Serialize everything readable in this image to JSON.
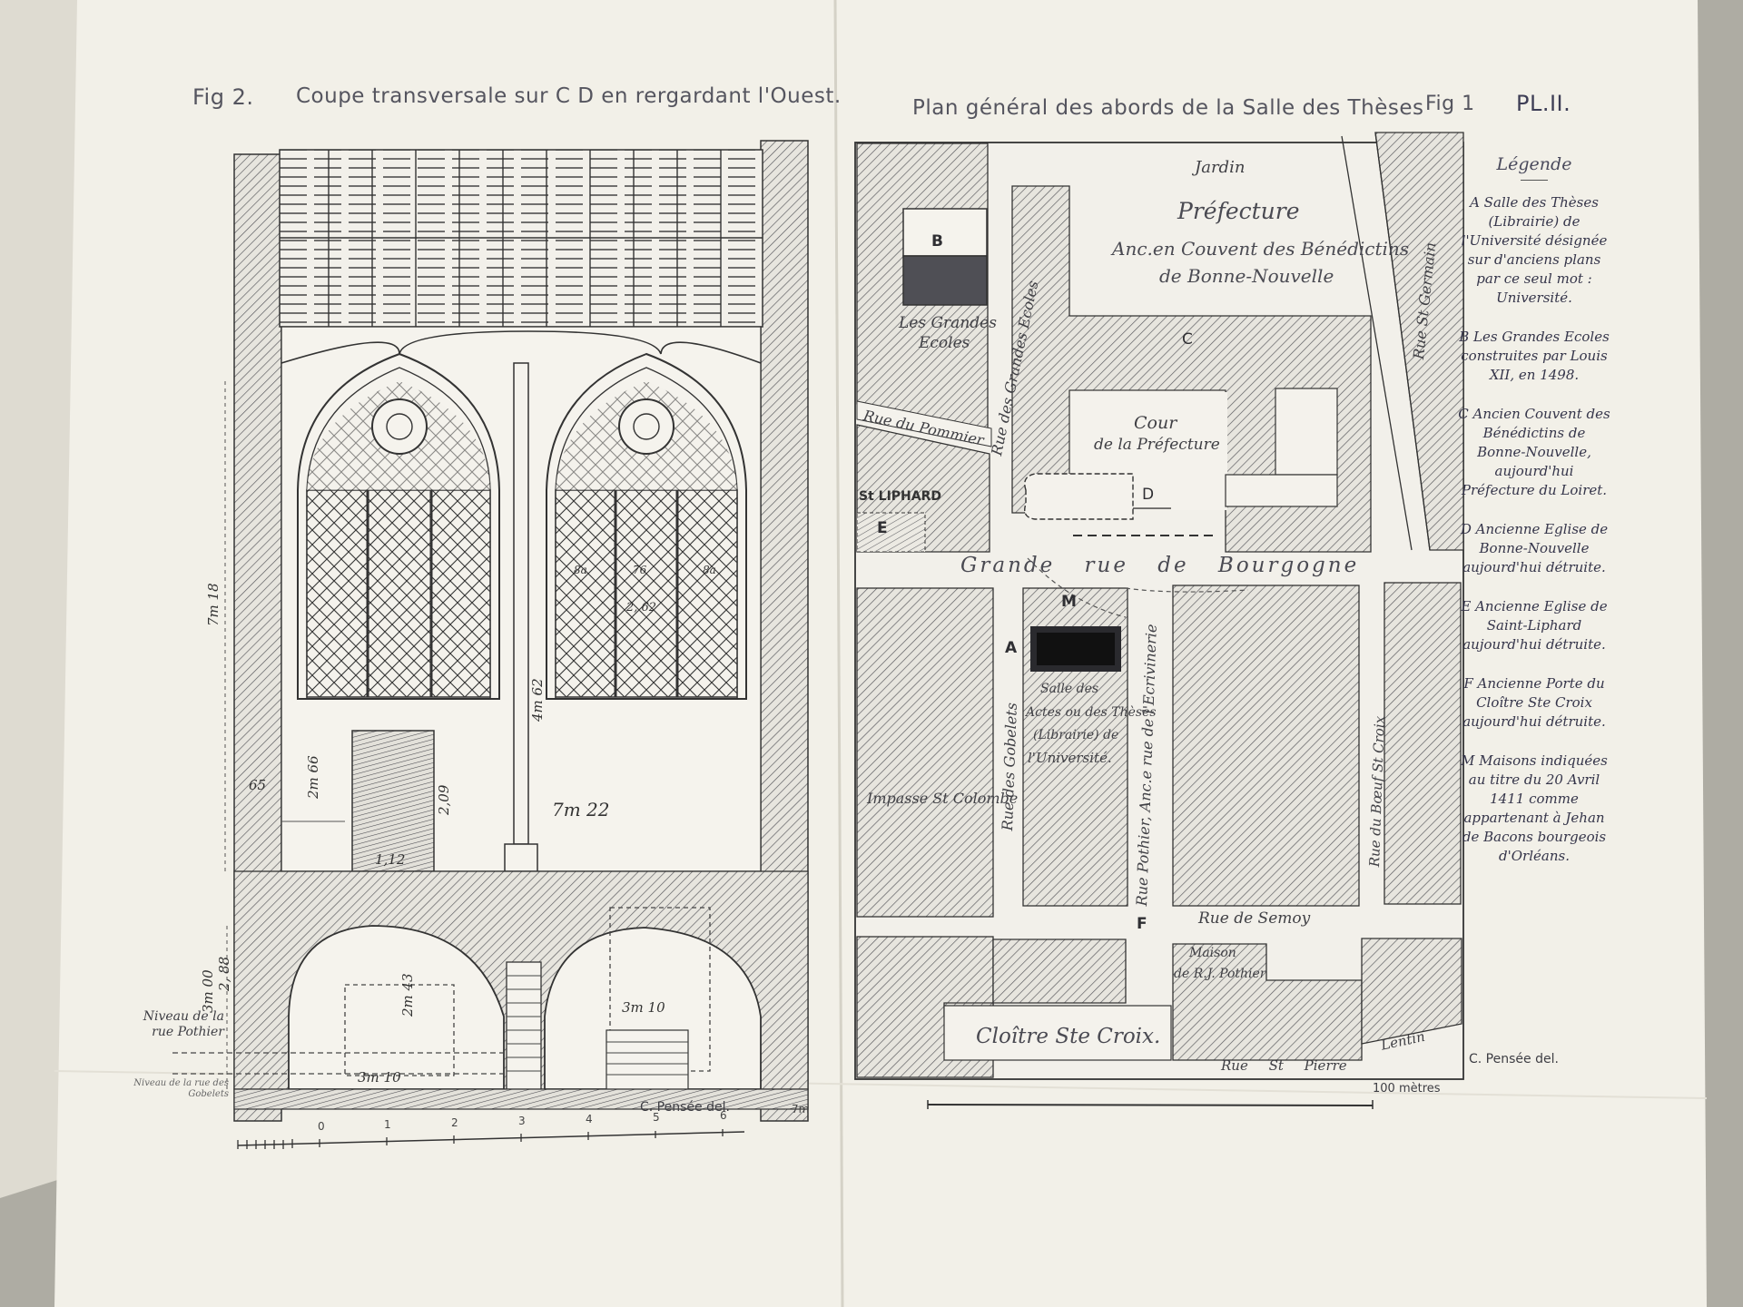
{
  "left_plate": {
    "fig_label": "Fig 2.",
    "title": "Coupe transversale sur C D en rergardant l'Ouest.",
    "dimensions": [
      "7m 18",
      "4m 62",
      "7m 22",
      "2m 66",
      "2,09",
      "1,12",
      "65",
      "3m 00",
      "2, 88",
      "2m 43",
      "3m 10",
      "3m 10",
      "8a",
      "76",
      "8a",
      "2, 62"
    ],
    "level_labels": [
      "Niveau de la rue Pothier",
      "Niveau de la rue des Gobelets"
    ],
    "scale_ticks": [
      "0",
      "1",
      "2",
      "3",
      "4",
      "5",
      "6",
      "7m"
    ],
    "credit": "C. Pensée del."
  },
  "right_plate": {
    "title": "Plan général des abords de la Salle des Thèses",
    "fig_label": "Fig 1",
    "plate_number": "PL.II.",
    "map_labels": {
      "jardin": "Jardin",
      "prefecture": "Préfecture",
      "couvent_line1": "Anc.en Couvent des Bénédictins",
      "couvent_line2": "de Bonne-Nouvelle",
      "cour_line1": "Cour",
      "cour_line2": "de la Préfecture",
      "grandes_ecoles_line1": "Les Grandes",
      "grandes_ecoles_line2": "Ecoles",
      "rue_pommier": "Rue du Pommier",
      "rue_grandes_ecoles": "Rue des Grandes Ecoles",
      "st_liphard": "St LIPHARD",
      "grande_rue": "Grande rue de Bourgogne",
      "rue_st_germain": "Rue St Germain",
      "salle_line1": "Salle des",
      "salle_line2": "Actes ou des Thèses",
      "salle_line3": "(Librairie) de",
      "salle_line4": "l'Université.",
      "rue_gobelets": "Rue des Gobelets",
      "rue_pothier": "Rue Pothier, Anc.e rue de l'Ecrivinerie",
      "rue_boeuf": "Rue du Bœuf St Croix",
      "impasse": "Impasse St Colombe",
      "rue_semoy": "Rue de Semoy",
      "maison_line1": "Maison",
      "maison_line2": "de R.J. Pothier",
      "cloitre": "Cloître Ste Croix.",
      "rue_st_pierre": "Rue St Pierre",
      "lentin": "Lentin",
      "scale_label": "100 mètres",
      "credit": "C. Pensée del."
    },
    "letters": [
      "A",
      "B",
      "C",
      "D",
      "E",
      "F",
      "M"
    ],
    "legend": {
      "title": "Légende",
      "entries": [
        "A Salle des Thèses (Librairie) de l'Université désignée sur d'anciens plans par ce seul mot : Université.",
        "B Les Grandes Ecoles construites par Louis XII, en 1498.",
        "C Ancien Couvent des Bénédictins de Bonne-Nouvelle, aujourd'hui Préfecture du Loiret.",
        "D Ancienne Eglise de Bonne-Nouvelle aujourd'hui détruite.",
        "E Ancienne Eglise de Saint-Liphard aujourd'hui détruite.",
        "F Ancienne Porte du Cloître Ste Croix aujourd'hui détruite.",
        "M Maisons indiquées au titre du 20 Avril 1411 comme appartenant à Jehan de Bacons bourgeois d'Orléans."
      ]
    }
  },
  "colors": {
    "paper": "#f3f1e9",
    "ink": "#3a3a3e",
    "legend_ink": "#3a3a52",
    "background": "#a9a79e"
  }
}
